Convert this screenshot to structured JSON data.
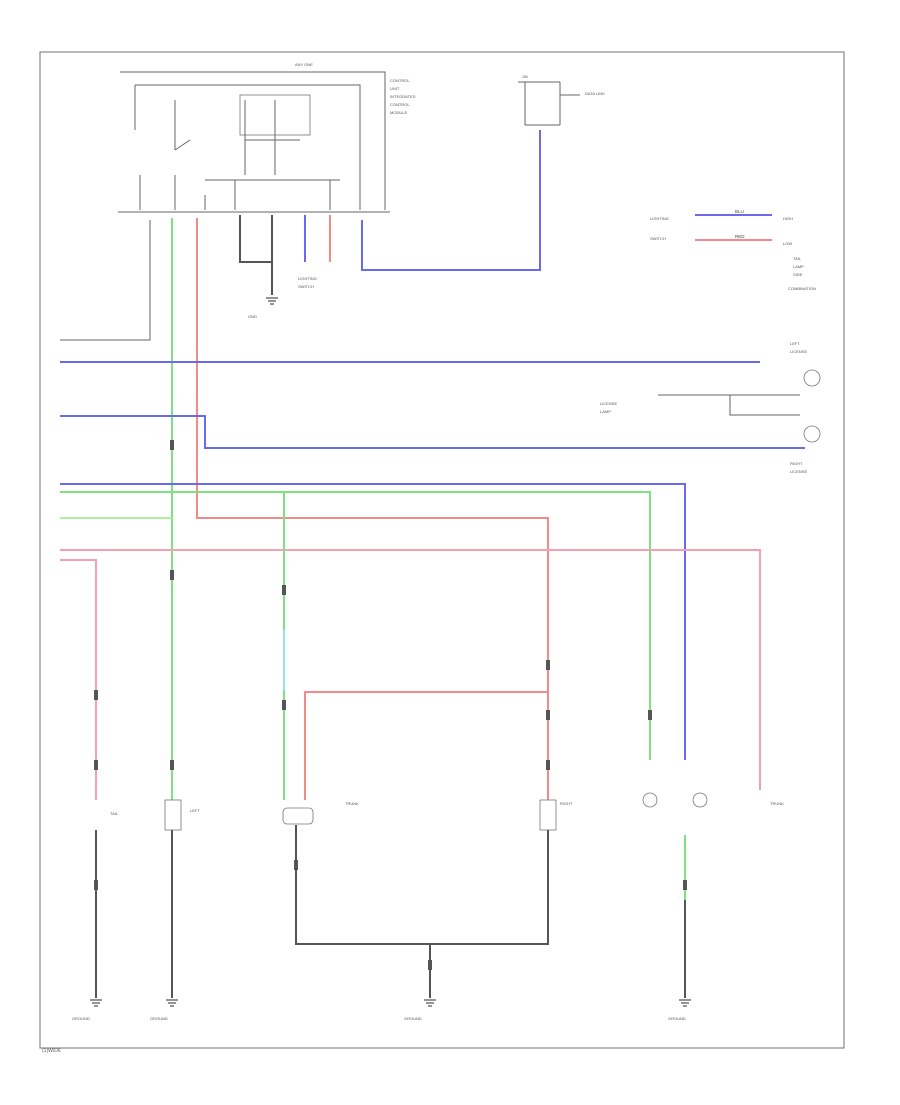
{
  "diagram": {
    "corner_code": "(1)W/D6",
    "legend": {
      "blue_wire_label": "BLU",
      "red_wire_label": "RED"
    }
  }
}
